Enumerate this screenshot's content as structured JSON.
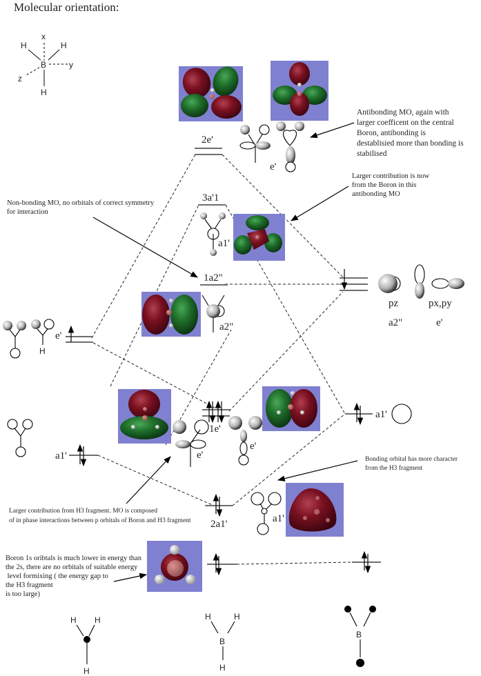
{
  "title": "Molecular orientation:",
  "orientation": {
    "center_atom": "B",
    "axes": [
      "x",
      "y",
      "z"
    ],
    "substituents": [
      "H",
      "H",
      "H"
    ]
  },
  "fragments": {
    "left": "H3 fragment",
    "center": "BH3",
    "right": "B"
  },
  "levels": {
    "e2": "2e'",
    "a1_3": "3a'1",
    "a2_1": "1a2\"",
    "e1": "1e'",
    "a1_2": "2a1'",
    "h3_e": "e'",
    "h3_a1": "a1'",
    "b_a1": "a1'"
  },
  "symmetry_labels": {
    "e_top": "e'",
    "a1_small": "a1'",
    "a2_small": "a2\"",
    "e_mid_left": "e'",
    "e_mid_right": "e'",
    "a1_bottom": "a1'",
    "pz": "pz",
    "pxpy": "px,py",
    "pz_sym": "a2\"",
    "pxpy_sym": "e'"
  },
  "annotations": {
    "antibonding_2e": [
      "Antibonding MO, again with",
      "larger coefficent on the central",
      "Boron, antibonding is",
      "destablisied more than bonding is",
      "stabilised"
    ],
    "antibonding_3a1": [
      "Larger contribution is now",
      "from the Boron in this",
      "antibonding MO"
    ],
    "nonbonding": [
      "Non-bonding MO, no orbitals of correct symmetry",
      "for interaction"
    ],
    "bonding_2a1": [
      "Bonding orbital has more character",
      "from the H3 fragment"
    ],
    "bonding_1e": [
      "Larger contribution from H3 fragment. MO is composed",
      "of in phase interactions between p orbitals of Boron and H3 fragment"
    ],
    "core_1s": [
      "Boron 1s oribtals is much lower in energy than",
      "the 2s, there are no orbitals of suitable energy",
      " level formixing ( the energy gap to",
      "the H3 fragment",
      "is too large)"
    ]
  },
  "atoms": {
    "H": "H",
    "B": "B"
  },
  "colors": {
    "mo_background": "#8080d0",
    "positive_lobe": "#7a1020",
    "negative_lobe": "#1e6e2a",
    "level_line": "#6e6e6e"
  }
}
